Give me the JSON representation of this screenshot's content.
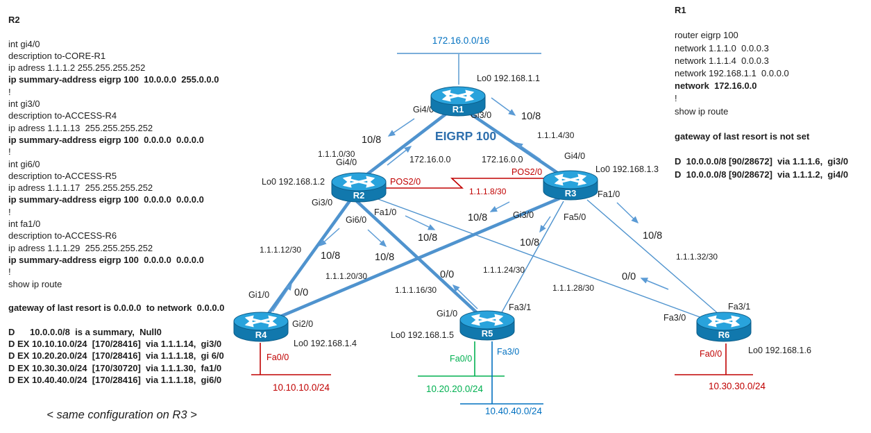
{
  "colors": {
    "link_blue": "#4f93ce",
    "arrow_blue": "#5b9bd5",
    "red": "#c00000",
    "green": "#00b050",
    "blue_text": "#0070c0",
    "eigrp_blue": "#2e6fad",
    "router_top": "#29a3dc",
    "router_side": "#1178ad"
  },
  "left_panel": {
    "title": "R2",
    "lines": [
      {
        "text": "",
        "bold": false
      },
      {
        "text": "int gi4/0",
        "bold": false
      },
      {
        "text": "description to-CORE-R1",
        "bold": false
      },
      {
        "text": "ip adress 1.1.1.2 255.255.255.252",
        "bold": false
      },
      {
        "text": "ip summary-address eigrp 100  10.0.0.0  255.0.0.0",
        "bold": true
      },
      {
        "text": "!",
        "bold": false
      },
      {
        "text": "int gi3/0",
        "bold": false
      },
      {
        "text": "description to-ACCESS-R4",
        "bold": false
      },
      {
        "text": "ip adress 1.1.1.13  255.255.255.252",
        "bold": false
      },
      {
        "text": "ip summary-address eigrp 100  0.0.0.0  0.0.0.0",
        "bold": true
      },
      {
        "text": "!",
        "bold": false
      },
      {
        "text": "int gi6/0",
        "bold": false
      },
      {
        "text": "description to-ACCESS-R5",
        "bold": false
      },
      {
        "text": "ip adress 1.1.1.17  255.255.255.252",
        "bold": false
      },
      {
        "text": "ip summary-address eigrp 100  0.0.0.0  0.0.0.0",
        "bold": true
      },
      {
        "text": "!",
        "bold": false
      },
      {
        "text": "int fa1/0",
        "bold": false
      },
      {
        "text": "description to-ACCESS-R6",
        "bold": false
      },
      {
        "text": "ip adress 1.1.1.29  255.255.255.252",
        "bold": false
      },
      {
        "text": "ip summary-address eigrp 100  0.0.0.0  0.0.0.0",
        "bold": true
      },
      {
        "text": "!",
        "bold": false
      },
      {
        "text": "show ip route",
        "bold": false
      },
      {
        "text": "",
        "bold": false
      },
      {
        "text": "gateway of last resort is 0.0.0.0  to network  0.0.0.0",
        "bold": true
      },
      {
        "text": "",
        "bold": false
      },
      {
        "text": "D      10.0.0.0/8  is a summary,  Null0",
        "bold": true
      },
      {
        "text": "D EX 10.10.10.0/24  [170/28416]  via 1.1.1.14,  gi3/0",
        "bold": true
      },
      {
        "text": "D EX 10.20.20.0/24  [170/28416]  via 1.1.1.18,  gi 6/0",
        "bold": true
      },
      {
        "text": "D EX 10.30.30.0/24  [170/30720]  via 1.1.1.30,  fa1/0",
        "bold": true
      },
      {
        "text": "D EX 10.40.40.0/24  [170/28416]  via 1.1.1.18,  gi6/0",
        "bold": true
      }
    ],
    "footer": "< same configuration on R3 >"
  },
  "right_panel": {
    "title": "R1",
    "lines": [
      {
        "text": "",
        "bold": false
      },
      {
        "text": "router eigrp 100",
        "bold": false
      },
      {
        "text": "network 1.1.1.0  0.0.0.3",
        "bold": false
      },
      {
        "text": "network 1.1.1.4  0.0.0.3",
        "bold": false
      },
      {
        "text": "network 192.168.1.1  0.0.0.0",
        "bold": false
      },
      {
        "text": "network  172.16.0.0",
        "bold": true
      },
      {
        "text": "!",
        "bold": false
      },
      {
        "text": "show ip route",
        "bold": false
      },
      {
        "text": "",
        "bold": false
      },
      {
        "text": "gateway of last resort is not set",
        "bold": true
      },
      {
        "text": "",
        "bold": false
      },
      {
        "text": "D  10.0.0.0/8 [90/28672]  via 1.1.1.6,  gi3/0",
        "bold": true
      },
      {
        "text": "D  10.0.0.0/8 [90/28672]  via 1.1.1.2,  gi4/0",
        "bold": true
      }
    ]
  },
  "diagram": {
    "eigrp_label": "EIGRP 100",
    "top_network_label": "172.16.0.0/16",
    "routers": {
      "r1": {
        "name": "R1",
        "loopback": "Lo0 192.168.1.1"
      },
      "r2": {
        "name": "R2",
        "loopback": "Lo0 192.168.1.2"
      },
      "r3": {
        "name": "R3",
        "loopback": "Lo0 192.168.1.3"
      },
      "r4": {
        "name": "R4",
        "loopback": "Lo0 192.168.1.4"
      },
      "r5": {
        "name": "R5",
        "loopback": "Lo0 192.168.1.5"
      },
      "r6": {
        "name": "R6",
        "loopback": "Lo0 192.168.1.6"
      }
    },
    "interface_labels": {
      "r1_gi40": "Gi4/0",
      "r1_gi30": "Gi3/0",
      "r2_gi40": "Gi4/0",
      "r2_gi30": "Gi3/0",
      "r2_gi60": "Gi6/0",
      "r2_fa10": "Fa1/0",
      "r2_pos20": "POS2/0",
      "r3_gi40": "Gi4/0",
      "r3_gi30": "Gi3/0",
      "r3_fa50": "Fa5/0",
      "r3_fa10": "Fa1/0",
      "r3_pos20": "POS2/0",
      "r4_gi10": "Gi1/0",
      "r4_gi20": "Gi2/0",
      "r4_fa00": "Fa0/0",
      "r5_gi10": "Gi1/0",
      "r5_fa31": "Fa3/1",
      "r5_fa00": "Fa0/0",
      "r5_fa30": "Fa3/0",
      "r6_fa30": "Fa3/0",
      "r6_fa31": "Fa3/1",
      "r6_fa00": "Fa0/0"
    },
    "subnet_labels": {
      "s0": "1.1.1.0/30",
      "s4": "1.1.1.4/30",
      "s8": "1.1.1.8/30",
      "s12": "1.1.1.12/30",
      "s16": "1.1.1.16/30",
      "s20": "1.1.1.20/30",
      "s24": "1.1.1.24/30",
      "s28": "1.1.1.28/30",
      "s32": "1.1.1.32/30"
    },
    "lan_labels": {
      "r4_lan": "10.10.10.0/24",
      "r5_lan_green": "10.20.20.0/24",
      "r5_lan_blue": "10.40.40.0/24",
      "r6_lan": "10.30.30.0/24"
    },
    "adv": {
      "ten8": "10/8",
      "default_route": "0/0",
      "net172": "172.16.0.0"
    }
  }
}
